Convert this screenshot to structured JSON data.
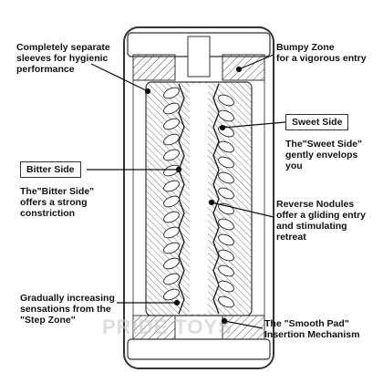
{
  "callouts": {
    "separate_sleeves": {
      "lines": [
        "Completely separate",
        "sleeves for hygienic",
        "performance"
      ]
    },
    "bumpy_zone": {
      "lines": [
        "Bumpy Zone",
        "for a vigorous entry"
      ]
    },
    "sweet_side": {
      "title": "Sweet Side",
      "lines": [
        "The\"Sweet Side\"",
        "gently envelops",
        "you"
      ]
    },
    "bitter_side": {
      "title": "Bitter Side",
      "lines": [
        "The\"Bitter Side\"",
        "offers a strong",
        "constriction"
      ]
    },
    "reverse_nodules": {
      "lines": [
        "Reverse Nodules",
        "offer a gliding entry",
        "and stimulating",
        "retreat"
      ]
    },
    "step_zone": {
      "lines": [
        "Gradually increasing",
        "sensations from the",
        "\"Step Zone\""
      ]
    },
    "smooth_pad": {
      "lines": [
        "The \"Smooth Pad\"",
        "Insertion Mechanism"
      ]
    }
  },
  "watermark": "PRIDE TOYS"
}
